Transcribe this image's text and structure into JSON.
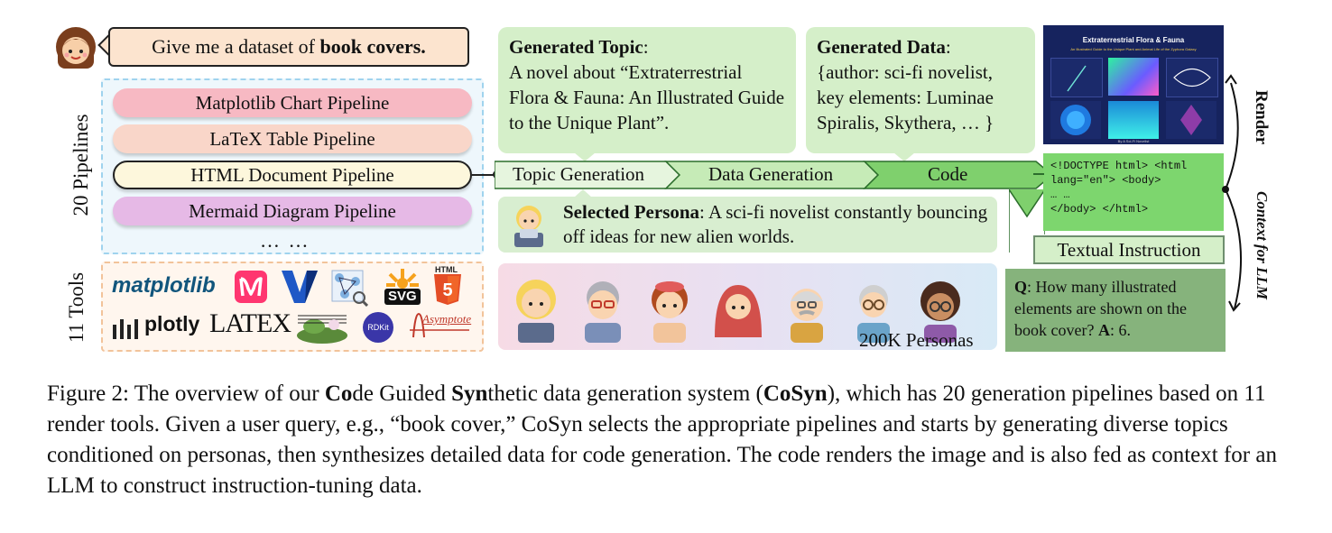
{
  "query": {
    "prefix": "Give me a dataset of ",
    "bold": "book covers."
  },
  "pipelines": {
    "side_label": "20 Pipelines",
    "items": [
      "Matplotlib Chart Pipeline",
      "LaTeX Table Pipeline",
      "HTML Document Pipeline",
      "Mermaid Diagram Pipeline"
    ],
    "ellipsis": "… …"
  },
  "tools": {
    "side_label": "11 Tools",
    "logos": [
      "matplotlib",
      "plotly",
      "LATEX",
      "SVG",
      "HTML",
      "RDKit",
      "Asymptote"
    ]
  },
  "topic": {
    "title": "Generated Topic",
    "colon": ":",
    "text": "A novel about “Extraterrestrial Flora & Fauna: An Illustrated Guide to the Unique Plant”."
  },
  "data": {
    "title": "Generated Data",
    "colon": ":",
    "text": "{author: sci-fi novelist, key elements: Luminae Spiralis, Skythera, … }"
  },
  "steps": [
    "Topic Generation",
    "Data Generation",
    "Code"
  ],
  "persona": {
    "title": "Selected Persona",
    "text": ": A sci-fi novelist constantly bouncing off ideas for new alien worlds."
  },
  "personas_label": "200K Personas",
  "render": {
    "label": "Render",
    "cover_title": "Extraterrestrial Flora & Fauna",
    "cover_subtitle": "An Illustrated Guide to the Unique Plant and Animal Life of the Zyphora Galaxy",
    "cover_author": "By A Sci-Fi Novelist"
  },
  "code": {
    "line1": "<!DOCTYPE html> <html",
    "line2": "lang=\"en\"> <body>",
    "line3": "… …",
    "line4": "</body> </html>"
  },
  "context_label": "Context for LLM",
  "instruction_label": "Textual Instruction",
  "qa": {
    "q_label": "Q",
    "question": ": How many illustrated elements are shown on the book cover? ",
    "a_label": "A",
    "answer": ": 6."
  },
  "caption": {
    "p1": "Figure 2: The overview of our ",
    "b1": "Co",
    "p2": "de Guided ",
    "b2": "Syn",
    "p3": "thetic data generation system (",
    "b3": "CoSyn",
    "p4": "), which has 20 generation pipelines based on 11 render tools. Given a user query, e.g., “book cover,” CoSyn selects the appropriate pipelines and starts by generating diverse topics conditioned on personas, then synthesizes detailed data for code generation. The code renders the image and is also fed as context for an LLM to construct instruction-tuning data."
  },
  "colors": {
    "pipe_matplotlib": "#f7b9c3",
    "pipe_latex": "#f9d6c9",
    "pipe_html": "#fdf7dc",
    "pipe_mermaid": "#e6b9e6",
    "green_card": "#d5efc9",
    "code_green": "#7dd66e",
    "qa_green": "#86b37c",
    "render_navy": "#16235e"
  }
}
